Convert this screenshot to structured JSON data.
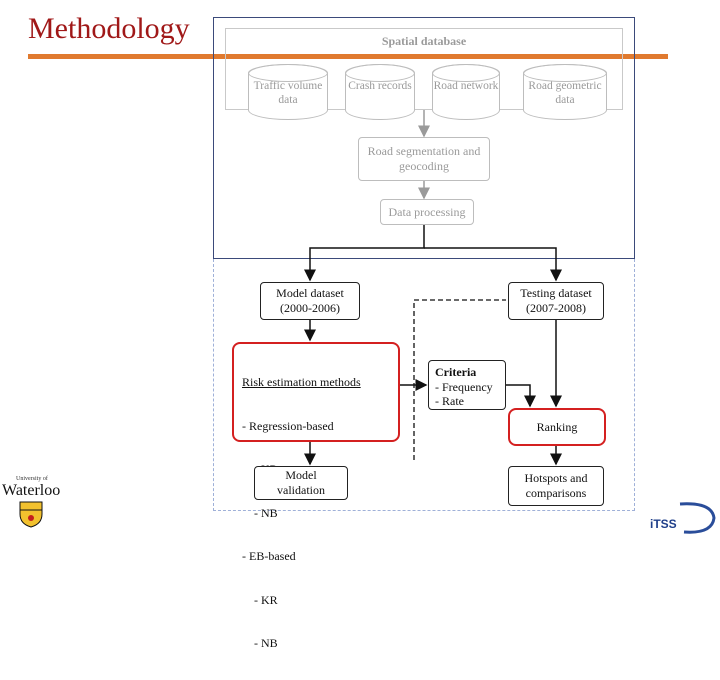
{
  "slide": {
    "title": "Methodology"
  },
  "spatial_database": {
    "label": "Spatial database",
    "sources": [
      "Traffic volume data",
      "Crash records",
      "Road network",
      "Road geometric data"
    ]
  },
  "process": {
    "segmentation": "Road segmentation and geocoding",
    "data_processing": "Data processing"
  },
  "datasets": {
    "model": "Model dataset (2000-2006)",
    "testing": "Testing dataset (2007-2008)"
  },
  "risk_methods": {
    "title": "Risk estimation methods",
    "lines": [
      "- Regression-based",
      "    - KR",
      "    - NB",
      "- EB-based",
      "    - KR",
      "    - NB"
    ]
  },
  "criteria": {
    "title": "Criteria",
    "lines": [
      "- Frequency",
      "- Rate"
    ]
  },
  "outputs": {
    "ranking": "Ranking",
    "validation": "Model validation",
    "hotspots": "Hotspots and comparisons"
  },
  "logos": {
    "left_small": "University of",
    "left_big": "Waterloo",
    "right": "iTSS"
  },
  "colors": {
    "title": "#a01818",
    "title_bar": "#e07a2f",
    "highlight": "#d42020",
    "frame": "#3b4a7a"
  }
}
